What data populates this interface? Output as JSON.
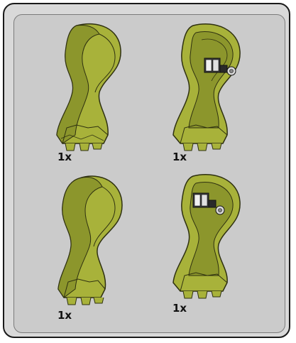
{
  "colors": {
    "part_fill": "#a8b23a",
    "part_shade": "#8c962c",
    "part_light": "#bcc650",
    "outline": "#2e3010",
    "frame_bg": "#d9d9d9",
    "inner_bg": "#cbcbcb"
  },
  "parts": [
    {
      "quantity": "1x",
      "variant": "outer"
    },
    {
      "quantity": "1x",
      "variant": "inner-with-pin"
    },
    {
      "quantity": "1x",
      "variant": "outer"
    },
    {
      "quantity": "1x",
      "variant": "inner-with-pin"
    }
  ]
}
